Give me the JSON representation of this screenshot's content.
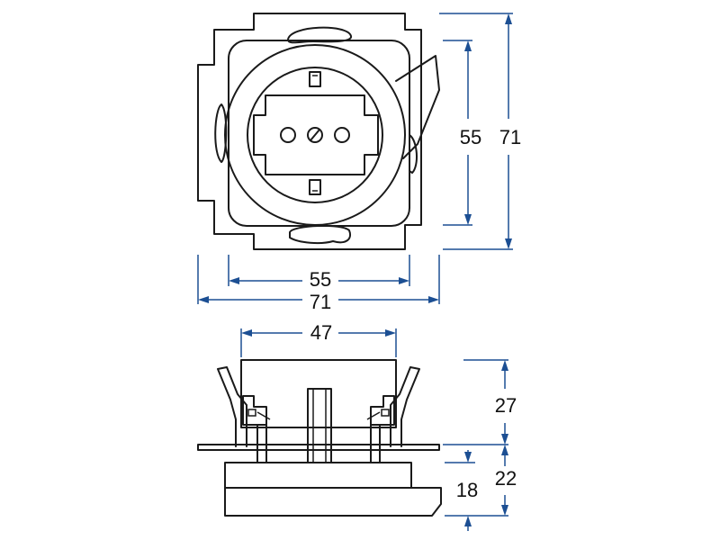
{
  "dimensions": {
    "front_inner_width": "55",
    "front_outer_width": "71",
    "front_inner_height": "55",
    "front_outer_height": "71",
    "side_top_width": "47",
    "side_height_upper": "27",
    "side_depth_lower": "18",
    "side_depth_total": "22"
  },
  "colors": {
    "outline": "#1a1a1a",
    "dimension_line": "#1c4f93",
    "background": "#ffffff"
  }
}
